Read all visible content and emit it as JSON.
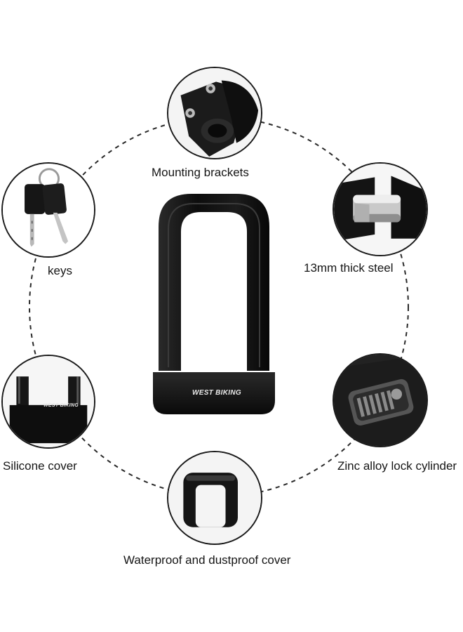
{
  "product": {
    "brand_text": "WEST BIKING",
    "cover_brand_text": "WEST BIKING"
  },
  "features": [
    {
      "label": "Mounting brackets",
      "icon": "mounting-bracket-icon"
    },
    {
      "label": "13mm thick steel",
      "icon": "steel-shackle-icon"
    },
    {
      "label": "Zinc alloy lock cylinder",
      "icon": "lock-cylinder-icon"
    },
    {
      "label": "Waterproof and dustproof cover",
      "icon": "dust-cover-icon"
    },
    {
      "label": "Silicone cover",
      "icon": "silicone-cover-icon"
    },
    {
      "label": "keys",
      "icon": "keys-icon"
    }
  ],
  "colors": {
    "lock_body": "#111111",
    "outline": "#1a1a1a",
    "dashed_ring": "#2a2a2a",
    "background": "#ffffff"
  }
}
